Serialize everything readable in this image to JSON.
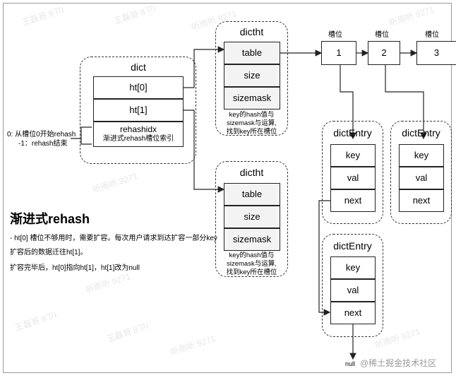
{
  "dict": {
    "title": "dict",
    "ht0": "ht[0]",
    "ht1": "ht[1]",
    "rehashidx": "rehashidx",
    "rehashidx_desc": "渐进式rehash槽位索引"
  },
  "rehash_note": {
    "line1": "0: 从槽位0开始rehash",
    "line2": "-1：rehash结束"
  },
  "dictht_top": {
    "title": "dictht",
    "fields": [
      "table",
      "size",
      "sizemask"
    ],
    "note": [
      "key的hash值与",
      "sizemask与运算,",
      "找到key所在槽位"
    ]
  },
  "dictht_bottom": {
    "title": "dictht",
    "fields": [
      "table",
      "size",
      "sizemask"
    ],
    "note": [
      "key的hash值与",
      "sizemask与运算,",
      "找到key所在槽位"
    ]
  },
  "slots": [
    {
      "label": "槽位",
      "value": "1"
    },
    {
      "label": "槽位",
      "value": "2"
    },
    {
      "label": "槽位",
      "value": "3"
    }
  ],
  "entry1": {
    "title": "dictEntry",
    "fields": [
      "key",
      "val",
      "next"
    ]
  },
  "entry2": {
    "title": "dictEntry",
    "fields": [
      "key",
      "val",
      "next"
    ]
  },
  "entry3": {
    "title": "dictEntry",
    "fields": [
      "key",
      "val",
      "next"
    ]
  },
  "null_label": "null",
  "section": {
    "heading": "渐进式rehash",
    "p1": "- ht[0] 槽位不够用时，需要扩容。每次用户请求到达扩容一部分key",
    "p2": "扩容后的数据迁往ht[1]。",
    "p3": "扩容完毕后，ht[0]指向ht[1]，ht[1]改为null"
  },
  "watermarks": {
    "author": "王磊哥 8ㄗI",
    "tingyu": "听雨听 9271",
    "footer": "@稀土掘金技术社区"
  }
}
